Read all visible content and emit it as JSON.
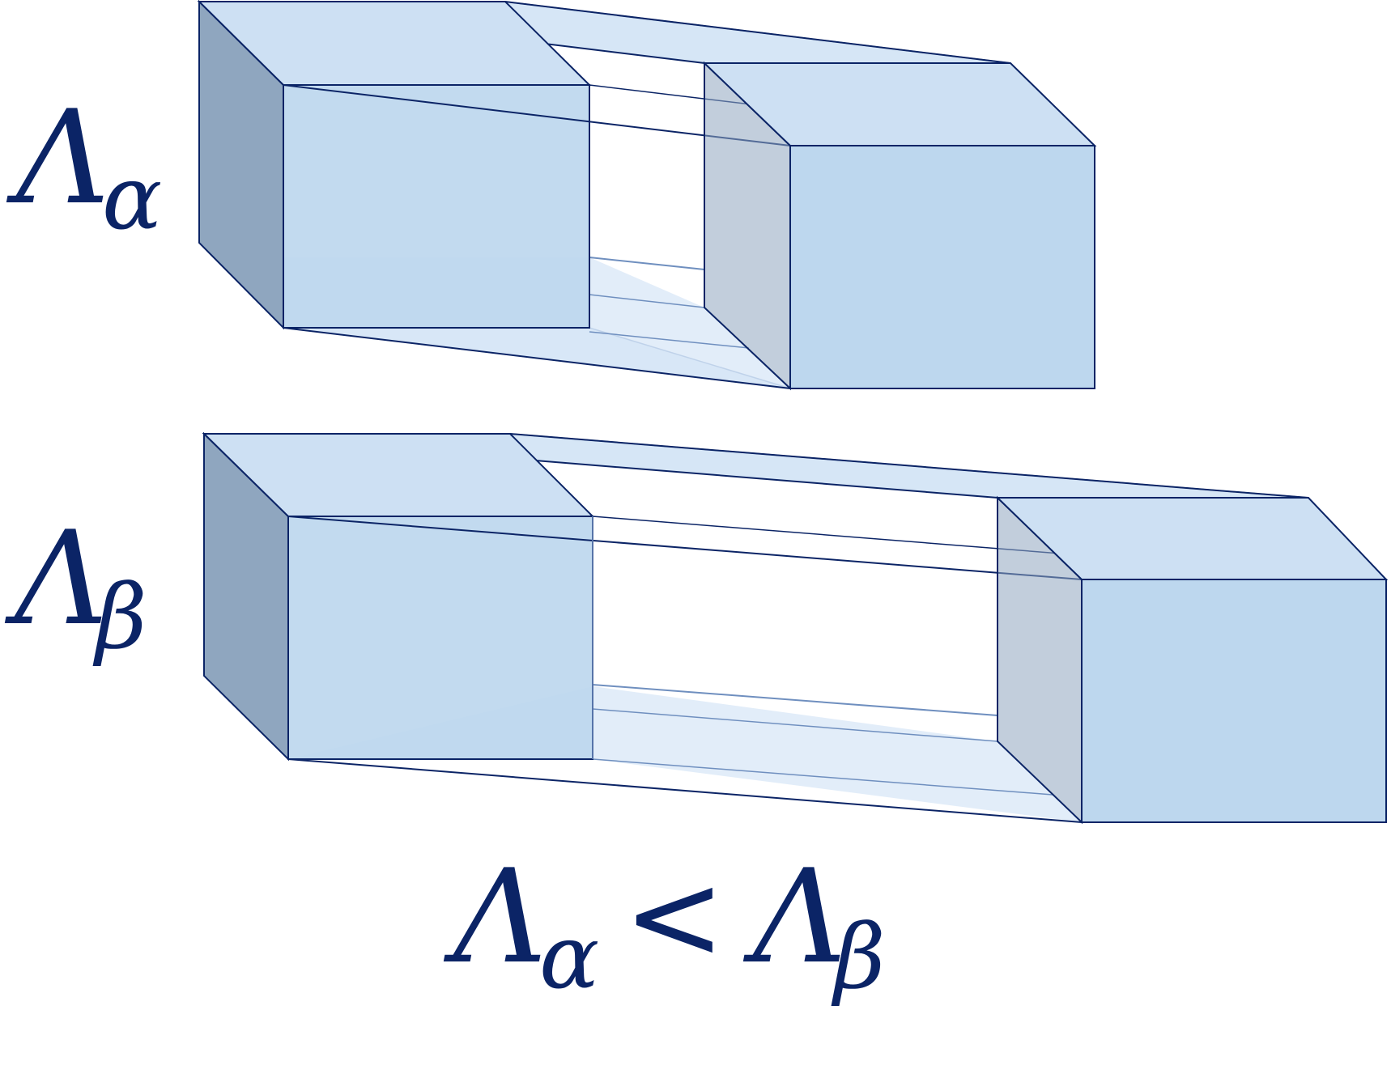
{
  "colors": {
    "ink": "#0b2466",
    "fill_front": "#bdd7ee",
    "fill_top": "#cde0f3",
    "fill_side": "#8fa6bf",
    "fill_tunnel": "#d6e6f6"
  },
  "labels": {
    "alpha": {
      "main": "Λ",
      "sub": "α"
    },
    "beta": {
      "main": "Λ",
      "sub": "β"
    },
    "relation": {
      "left_main": "Λ",
      "left_sub": "α",
      "op": "<",
      "right_main": "Λ",
      "right_sub": "β"
    }
  }
}
